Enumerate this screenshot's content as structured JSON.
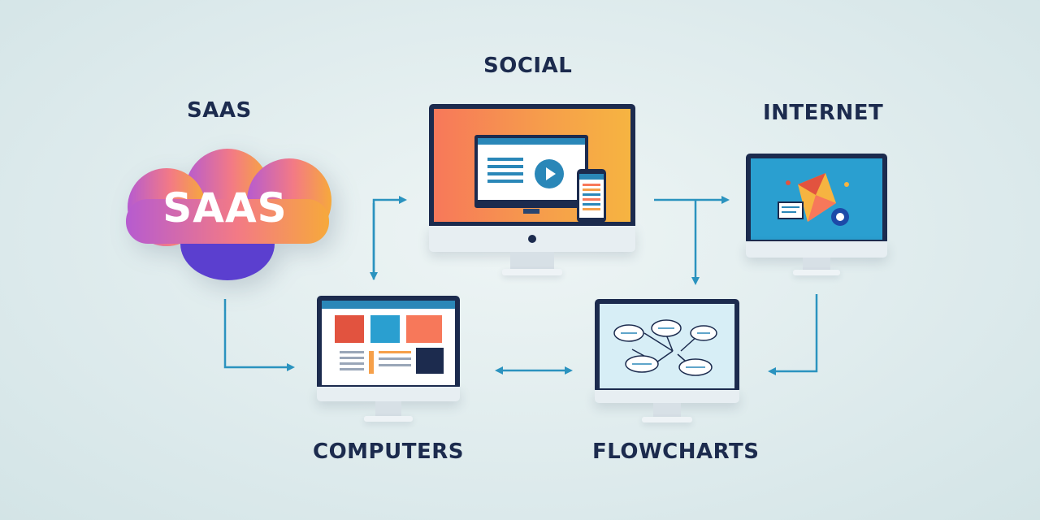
{
  "labels": {
    "saas": "SAAS",
    "social": "SOCIAL",
    "internet": "INTERNET",
    "computers": "COMPUTERS",
    "flowcharts": "FLOWCHARTS"
  },
  "cloud": {
    "text": "SAAS"
  },
  "colors": {
    "navy": "#1c2b4e",
    "arrow": "#2b93bf",
    "cloud_left": "#b65bd0",
    "cloud_right": "#f6a93b",
    "cloud_bottom": "#5b3fcf",
    "social_screen_left": "#f7785a",
    "social_screen_right": "#f6b441",
    "internet_screen": "#2a9fd0",
    "flowchart_screen": "#d7eef6"
  }
}
